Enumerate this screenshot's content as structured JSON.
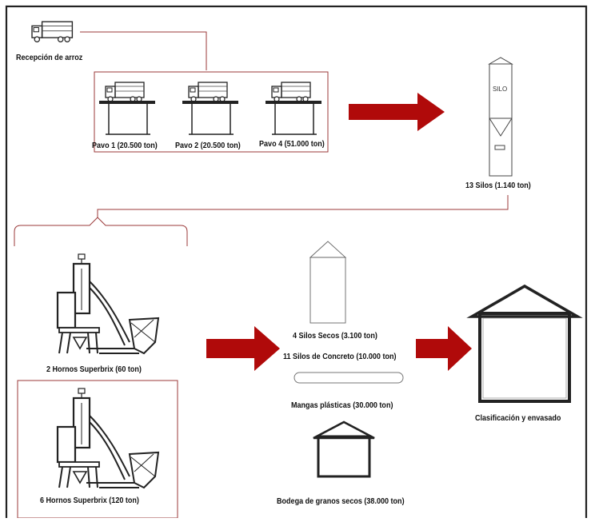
{
  "reception": {
    "label": "Recepción de arroz"
  },
  "pavos": [
    {
      "label": "Pavo 1 (20.500 ton)"
    },
    {
      "label": "Pavo 2 (20.500 ton)"
    },
    {
      "label": "Pavo 4 (51.000 ton)"
    }
  ],
  "silos_13": {
    "label": "13 Silos (1.140 ton)",
    "tag": "SILO"
  },
  "hornos": [
    {
      "label": "2 Hornos Superbrix (60 ton)"
    },
    {
      "label": "6 Hornos Superbrix (120 ton)"
    }
  ],
  "storage": {
    "silos_secos": "4 Silos Secos (3.100 ton)",
    "silos_concreto": "11 Silos de Concreto (10.000 ton)",
    "mangas": "Mangas plásticas (30.000 ton)",
    "bodega": "Bodega de granos secos (38.000 ton)"
  },
  "final": {
    "label": "Clasificación y envasado"
  },
  "colors": {
    "arrow": "#b00a0a",
    "connector": "#9b3a3a",
    "frame": "#222222"
  }
}
